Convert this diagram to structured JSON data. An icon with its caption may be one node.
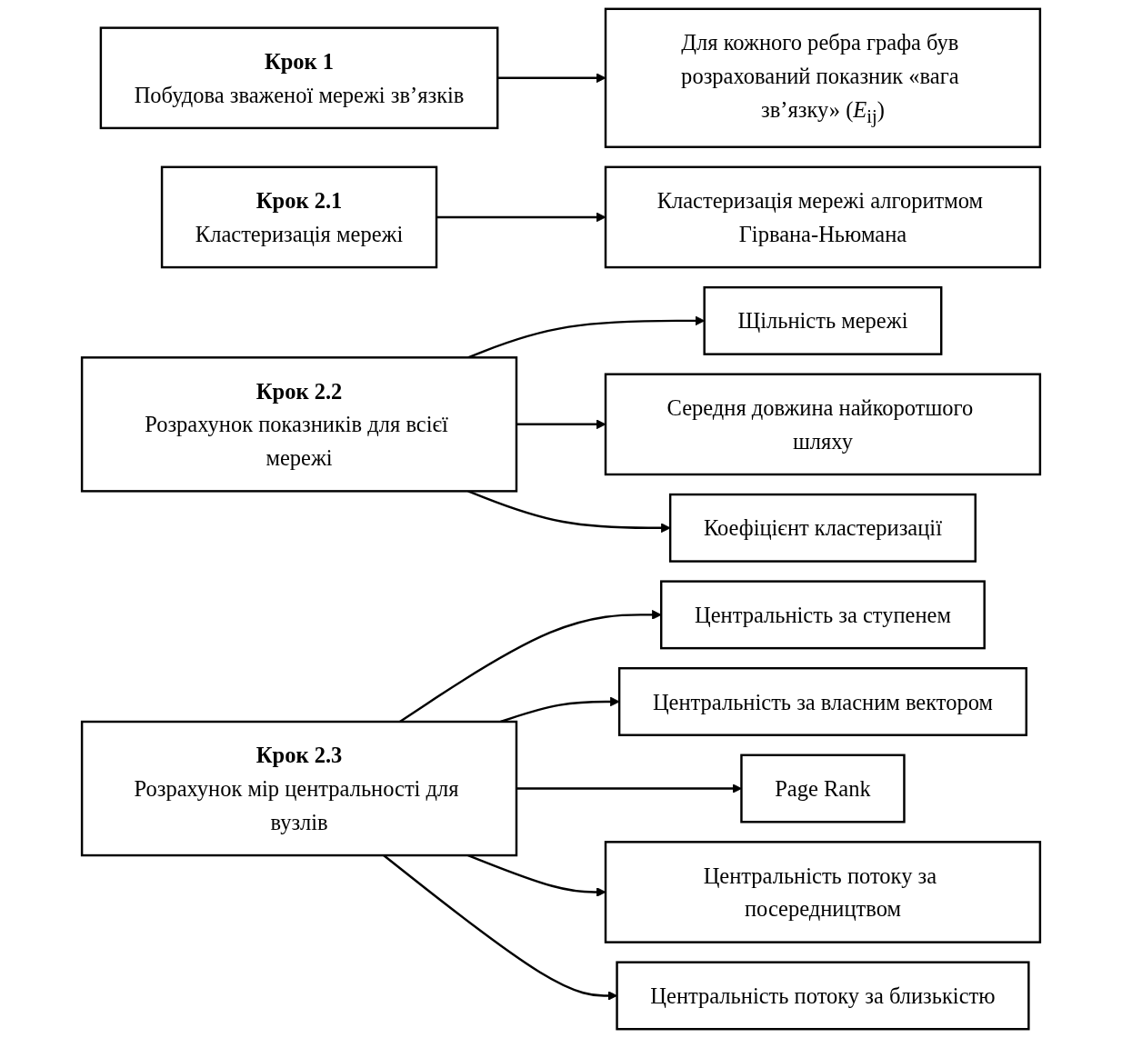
{
  "diagram": {
    "nodes": [
      {
        "text": [
          "Крок 1",
          "Побудова зваженої мережі зв’язків"
        ]
      },
      {
        "text": [
          "Для кожного ребра графа був розрахований показник «вага зв’язку» (*E*$_{ij}$)"
        ]
      },
      {
        "text": [
          "Крок 2.1",
          "Кластеризація мережі"
        ]
      },
      {
        "text": [
          "Кластеризація мережі алгоритмом Гірвана-Ньюмана"
        ]
      },
      {
        "text": [
          "Крок 2.2",
          "Розрахунок показників для всієї мережі"
        ]
      },
      {
        "text": [
          "Щільність мережі"
        ]
      },
      {
        "text": [
          "Середня довжина найкоротшого шляху"
        ]
      },
      {
        "text": [
          "Коефіцієнт кластеризації"
        ]
      },
      {
        "text": [
          "Крок 2.3",
          "Розрахунок мір центральності для вузлів"
        ]
      },
      {
        "text": [
          "Центральність за ступенем"
        ]
      },
      {
        "text": [
          "Центральність за власним вектором"
        ]
      },
      {
        "text": [
          "Page Rank"
        ]
      },
      {
        "text": [
          "Центральність потоку за посередництвом"
        ]
      },
      {
        "text": [
          "Центральність потоку за близькістю"
        ]
      }
    ],
    "edges": [
      {
        "from": 0,
        "to": 1,
        "arrow": "to"
      },
      {
        "from": 2,
        "to": 3,
        "arrow": "to"
      },
      {
        "from": 4,
        "to": 5,
        "arrow": "to"
      },
      {
        "from": 4,
        "to": 6,
        "arrow": "to"
      },
      {
        "from": 4,
        "to": 7,
        "arrow": "to"
      },
      {
        "from": 8,
        "to": 9,
        "arrow": "to"
      },
      {
        "from": 8,
        "to": 10,
        "arrow": "to"
      },
      {
        "from": 8,
        "to": 11,
        "arrow": "to"
      },
      {
        "from": 8,
        "to": 12,
        "arrow": "to"
      },
      {
        "from": 8,
        "to": 13,
        "arrow": "to"
      }
    ]
  }
}
